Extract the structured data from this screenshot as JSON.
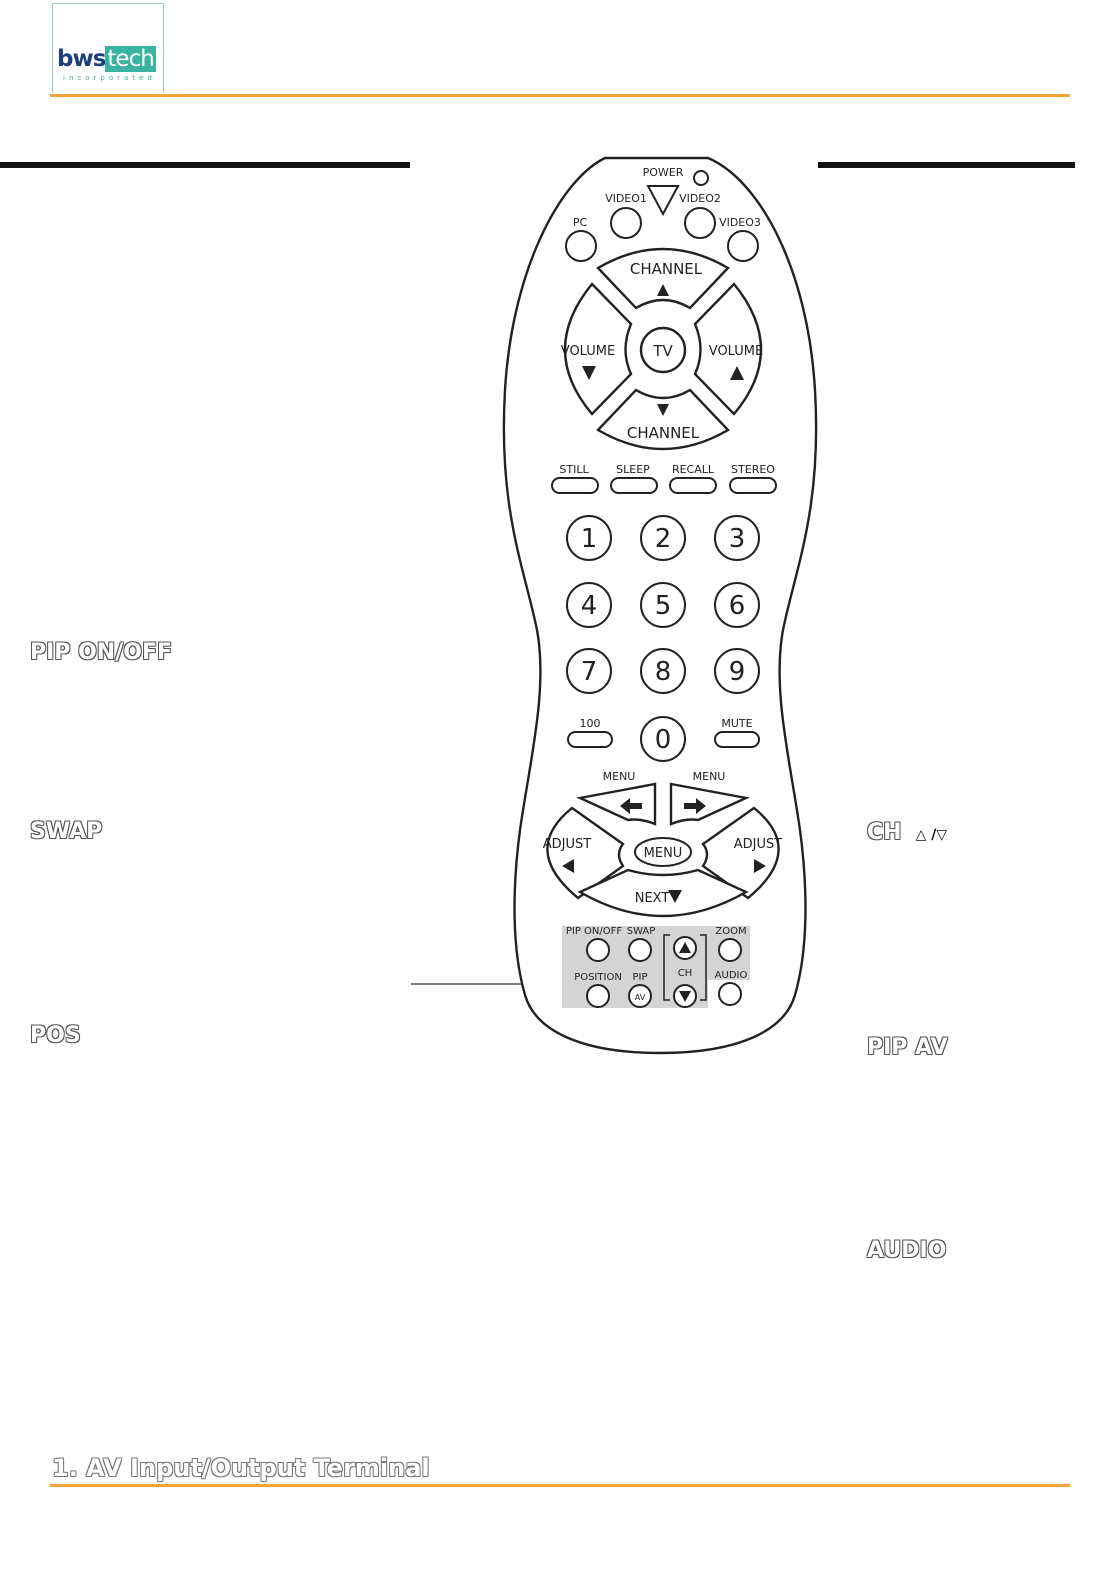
{
  "logo": {
    "part1": "bws",
    "part2": "tech",
    "sub": "incorporated"
  },
  "labels": {
    "pip_on_off": "PIP ON/OFF",
    "swap": "SWAP",
    "pos": "POS",
    "ch": "CH",
    "ch_symbols": "△ /▽",
    "pip_av": "PIP AV",
    "audio": "AUDIO"
  },
  "remote": {
    "power": "POWER",
    "video1": "VIDEO1",
    "video2": "VIDEO2",
    "video3": "VIDEO3",
    "pc": "PC",
    "channel": "CHANNEL",
    "volume": "VOLUME",
    "tv": "TV",
    "still": "STILL",
    "sleep": "SLEEP",
    "recall": "RECALL",
    "stereo": "STEREO",
    "digits": [
      "1",
      "2",
      "3",
      "4",
      "5",
      "6",
      "7",
      "8",
      "9"
    ],
    "zero": "0",
    "hundred": "100",
    "mute": "MUTE",
    "menu": "MENU",
    "adjust": "ADJUST",
    "next": "NEXT",
    "pip_on_off": "PIP ON/OFF",
    "swap": "SWAP",
    "zoom": "ZOOM",
    "position": "POSITION",
    "pip": "PIP",
    "av": "AV",
    "ch": "CH",
    "audio": "AUDIO"
  },
  "footer": {
    "title": "1. AV Input/Output Terminal"
  },
  "colors": {
    "orange": "#f6a43a",
    "teal": "#3ab3a1",
    "navy": "#1d3f7d"
  }
}
